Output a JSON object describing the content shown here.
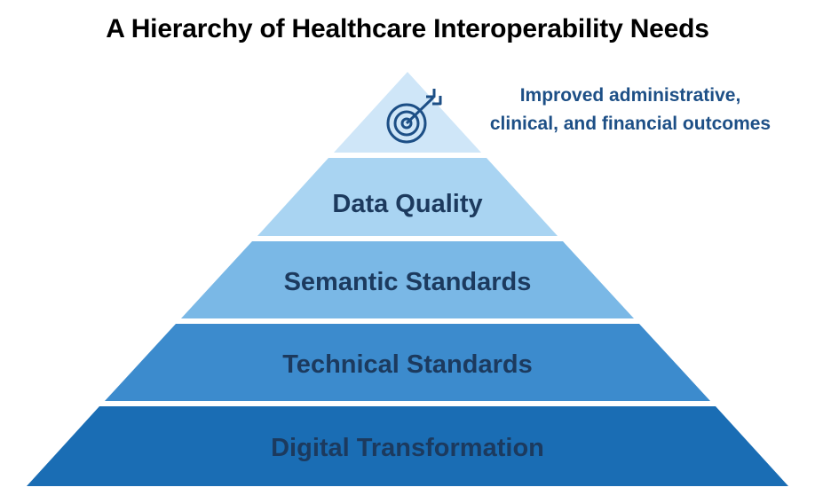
{
  "title": "A Hierarchy of Healthcare Interoperability Needs",
  "apex": {
    "icon": "target-arrow-icon",
    "outcome_line1": "Improved administrative,",
    "outcome_line2": "clinical, and financial outcomes"
  },
  "tiers": [
    {
      "label": "Data Quality",
      "color": "#a9d4f2"
    },
    {
      "label": "Semantic Standards",
      "color": "#7ab8e6"
    },
    {
      "label": "Technical Standards",
      "color": "#3c8bcd"
    },
    {
      "label": "Digital Transformation",
      "color": "#1a6db4"
    }
  ],
  "colors": {
    "apex_fill": "#cfe6f8",
    "icon": "#1d4f86",
    "tier_text": "#1c3a5e",
    "outcome_text": "#1d4f86"
  }
}
